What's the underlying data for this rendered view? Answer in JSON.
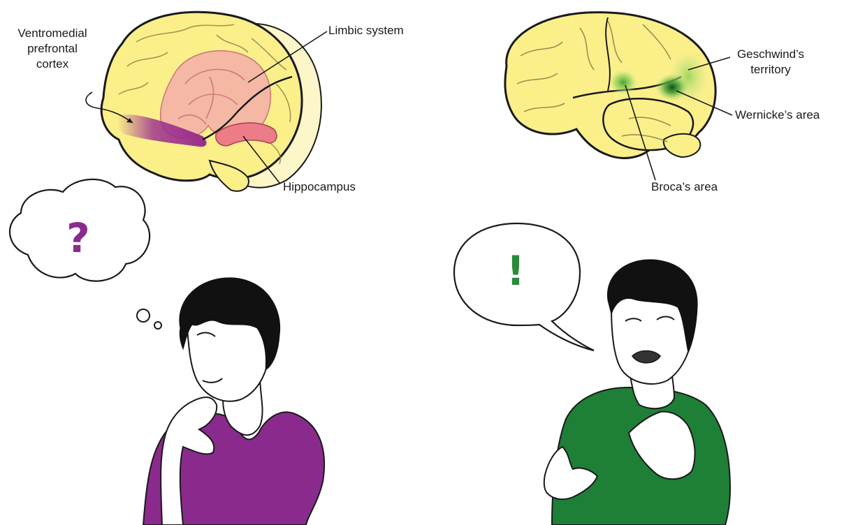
{
  "left_brain": {
    "labels": {
      "vmpfc": [
        "Ventromedial",
        "prefrontal",
        "cortex"
      ],
      "limbic": "Limbic system",
      "hippocampus": "Hippocampus"
    }
  },
  "right_brain": {
    "labels": {
      "geschwind": [
        "Geschwind’s",
        "territory"
      ],
      "wernicke": "Wernicke’s area",
      "broca": "Broca’s area"
    }
  },
  "thinker": {
    "bubble_symbol": "?",
    "symbol_color": "#8b2a8d",
    "shirt_color": "#8b2a8d"
  },
  "speaker": {
    "bubble_symbol": "!",
    "symbol_color": "#2a8a3a",
    "shirt_color": "#1e7f37"
  },
  "colors": {
    "brain_fill": "#fbef8a",
    "brain_outline": "#1a1a1a",
    "limbic_fill": "#f4b3a8",
    "hippocampus_fill": "#ec7c88",
    "vmpfc_fill": "#9a2c8c",
    "broca_green": "#7cc646",
    "wernicke_green": "#1d6b2a"
  }
}
